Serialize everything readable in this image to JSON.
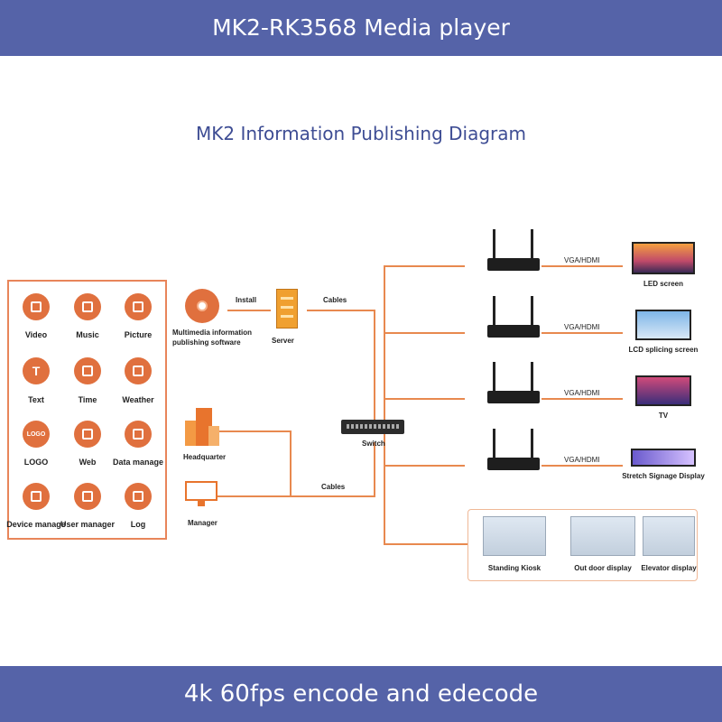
{
  "header": {
    "title": "MK2-RK3568 Media player"
  },
  "diagram_title": "MK2 Information Publishing Diagram",
  "footer": {
    "text": "4k 60fps encode and edecode"
  },
  "functions": [
    {
      "label": "Video",
      "icon": "video-icon"
    },
    {
      "label": "Music",
      "icon": "music-icon"
    },
    {
      "label": "Picture",
      "icon": "picture-icon"
    },
    {
      "label": "Text",
      "icon": "text-icon",
      "glyph": "T"
    },
    {
      "label": "Time",
      "icon": "clock-icon"
    },
    {
      "label": "Weather",
      "icon": "weather-icon"
    },
    {
      "label": "LOGO",
      "icon": "logo-icon",
      "glyph": "LOGO"
    },
    {
      "label": "Web",
      "icon": "globe-icon"
    },
    {
      "label": "Data manage",
      "icon": "pie-chart-icon"
    },
    {
      "label": "Device manage",
      "icon": "laptop-icon"
    },
    {
      "label": "User manager",
      "icon": "user-icon"
    },
    {
      "label": "Log",
      "icon": "log-icon"
    }
  ],
  "nodes": {
    "software": "Multimedia information\npublishing software",
    "install": "Install",
    "server": "Server",
    "cables_top": "Cables",
    "headquarter": "Headquarter",
    "manager": "Manager",
    "cables_bottom": "Cables",
    "switch": "Switch"
  },
  "players": [
    {
      "link": "VGA/HDMI",
      "display": "LED screen"
    },
    {
      "link": "VGA/HDMI",
      "display": "LCD splicing screen"
    },
    {
      "link": "VGA/HDMI",
      "display": "TV"
    },
    {
      "link": "VGA/HDMI",
      "display": "Stretch Signage Display"
    }
  ],
  "scenes": [
    "Standing Kiosk",
    "Out door display",
    "Elevator display"
  ],
  "colors": {
    "banner": "#5563a8",
    "accent": "#e0703e",
    "line": "#e8894f",
    "title": "#3e4d94"
  }
}
